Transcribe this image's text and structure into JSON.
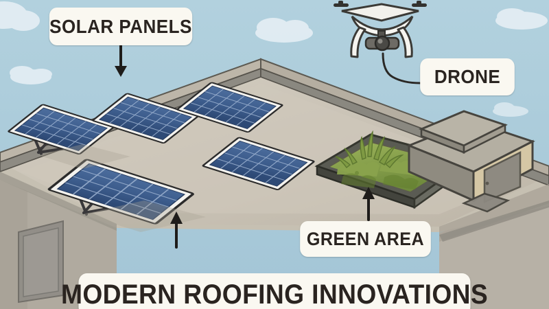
{
  "poster": {
    "title": "MODERN ROOFING INNOVATIONS",
    "style": "illustrated isometric flat-roof infographic"
  },
  "callouts": [
    {
      "id": "solar",
      "label": "SOLAR PANELS",
      "pointer": "arrow-down",
      "target": "solar-panel-array-upper"
    },
    {
      "id": "drone",
      "label": "DRONE",
      "pointer": "curved-leader-line",
      "target": "drone"
    },
    {
      "id": "green",
      "label": "GREEN AREA",
      "pointer": "arrow-up",
      "target": "green-roof-planter"
    },
    {
      "id": "panels2",
      "label": "",
      "pointer": "arrow-up",
      "target": "solar-panel-array-lower"
    }
  ],
  "colors": {
    "sky": "#a9cbda",
    "cloud": "#e8f1f5",
    "roof_deck": "#cbc5b8",
    "roof_deck_shadow": "#bdb6a8",
    "parapet_top": "#b9b2a5",
    "parapet_face": "#8e8c85",
    "wall": "#b3ada2",
    "wall_shadow": "#9a968d",
    "panel_frame": "#f4f3ef",
    "panel_cell": "#3f5f91",
    "panel_cell_dark": "#2f4a75",
    "panel_border": "#2b2b2b",
    "mount_leg": "#39383a",
    "planter_wall": "#4c4d47",
    "foliage": "#8fa84f",
    "foliage_dark": "#6f8a3c",
    "hvac_body": "#a6a195",
    "hvac_top": "#b8b3a6",
    "door_panel": "#d8c9a9",
    "door": "#8d8a81",
    "chip_bg": "#faf8f1",
    "chip_text": "#2a2420",
    "arrow": "#1e1c1a",
    "outline": "#3a3733"
  },
  "objects": {
    "solar_array": {
      "name": "Solar panel array",
      "panel_count": 5,
      "upper_row": 3,
      "lower_row": 2,
      "cell_grid": "6 x 4"
    },
    "drone": {
      "name": "Quadcopter drone",
      "features": [
        "four rotors",
        "landing skids",
        "camera gimbal"
      ],
      "tether_line": true
    },
    "green_roof": {
      "name": "Green roof planter bed",
      "shape": "rectangular raised bed",
      "plants": "grasses and shrubs"
    },
    "hvac": {
      "name": "Rooftop mechanical penthouse",
      "features": [
        "raised cap",
        "access door"
      ]
    },
    "building": {
      "name": "Flat-roof building",
      "features": [
        "parapet edge",
        "facade window"
      ]
    }
  }
}
